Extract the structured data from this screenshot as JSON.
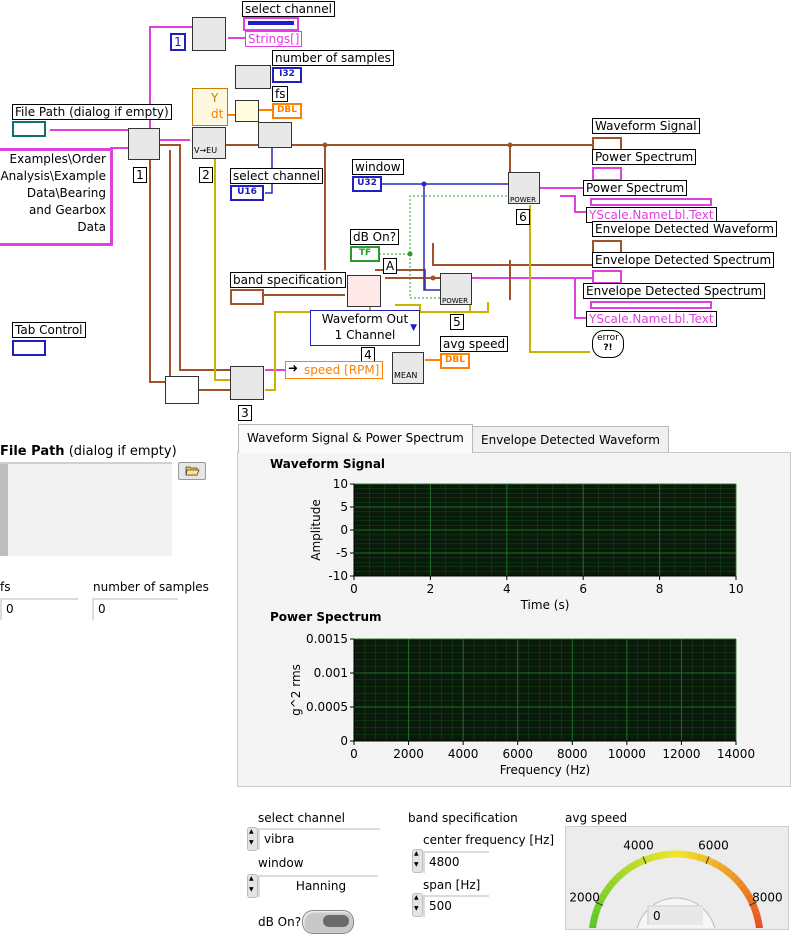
{
  "block_diagram": {
    "select_channel_top": "select channel",
    "strings_label": "Strings[]",
    "number_of_samples": "number of samples",
    "i32": "I32",
    "fs": "fs",
    "dbl": "DBL",
    "file_path": "File Path (dialog if empty)",
    "path_constant_lines": [
      "Examples\\Order",
      "Analysis\\Example",
      "Data\\Bearing",
      "and Gearbox",
      "Data"
    ],
    "select_channel_mid": "select channel",
    "u16": "U16",
    "window": "window",
    "u32": "U32",
    "db_on": "dB On?",
    "tf": "TF",
    "const_a": "A",
    "band_specification": "band specification",
    "waveform_out_line1": "Waveform Out",
    "waveform_out_line2": "1 Channel",
    "speed_rpm": "speed [RPM]",
    "mean": "MEAN",
    "avg_speed": "avg speed",
    "power_label": "POWER",
    "waveform_signal": "Waveform Signal",
    "power_spectrum": "Power Spectrum",
    "power_spectrum_2": "Power Spectrum",
    "yscale_name_1": "YScale.NameLbl.Text",
    "env_waveform": "Envelope Detected Waveform",
    "env_spectrum": "Envelope Detected Spectrum",
    "env_spectrum_2": "Envelope Detected Spectrum",
    "yscale_name_2": "YScale.NameLbl.Text",
    "error": "error",
    "error_q": "?!",
    "tab_control": "Tab Control",
    "y_label": "Y",
    "dt_label": "dt",
    "y_eu": "V→EU",
    "numbers": [
      "1",
      "1",
      "2",
      "3",
      "4",
      "5",
      "6"
    ]
  },
  "front_panel": {
    "file_path_label": "File Path",
    "file_path_hint": "(dialog if empty)",
    "fs_label": "fs",
    "fs_value": "0",
    "samples_label": "number of samples",
    "samples_value": "0",
    "tabs": [
      "Waveform Signal & Power Spectrum",
      "Envelope Detected Waveform"
    ],
    "select_channel_label": "select channel",
    "select_channel_value": "vibra",
    "window_label": "window",
    "window_value": "Hanning",
    "db_on_label": "dB On?",
    "band_spec_label": "band specification",
    "center_freq_label": "center frequency [Hz]",
    "center_freq_value": "4800",
    "span_label": "span [Hz]",
    "span_value": "500",
    "avg_speed_label": "avg speed",
    "avg_speed_value": "0"
  },
  "colors": {
    "graph_bg": "#0a1a0a",
    "grid": "#1f7a2a",
    "wire_pink": "#e040e0",
    "wire_brown": "#a0522d",
    "wire_orange": "#ff8000",
    "wire_blue": "#2020c0",
    "wire_green": "#2a9a2a",
    "wire_yellow": "#c8b400"
  },
  "chart_data": [
    {
      "type": "line",
      "title": "Waveform Signal",
      "xlabel": "Time (s)",
      "ylabel": "Amplitude",
      "xlim": [
        0,
        10
      ],
      "ylim": [
        -10,
        10
      ],
      "xticks": [
        "0",
        "2",
        "4",
        "6",
        "8",
        "10"
      ],
      "yticks": [
        "10",
        "5",
        "0",
        "-5",
        "-10"
      ],
      "series": [],
      "grid": true
    },
    {
      "type": "line",
      "title": "Power Spectrum",
      "xlabel": "Frequency (Hz)",
      "ylabel": "g^2 rms",
      "xlim": [
        0,
        14000
      ],
      "ylim": [
        0,
        0.0015
      ],
      "xticks": [
        "0",
        "2000",
        "4000",
        "6000",
        "8000",
        "10000",
        "12000",
        "14000"
      ],
      "yticks": [
        "0.0015",
        "0.001",
        "0.0005",
        "0"
      ],
      "series": [],
      "grid": true
    },
    {
      "type": "gauge",
      "title": "avg speed",
      "value": 0,
      "range": [
        0,
        10000
      ],
      "ticks": [
        "0",
        "2000",
        "4000",
        "6000",
        "8000",
        "10000"
      ]
    }
  ]
}
